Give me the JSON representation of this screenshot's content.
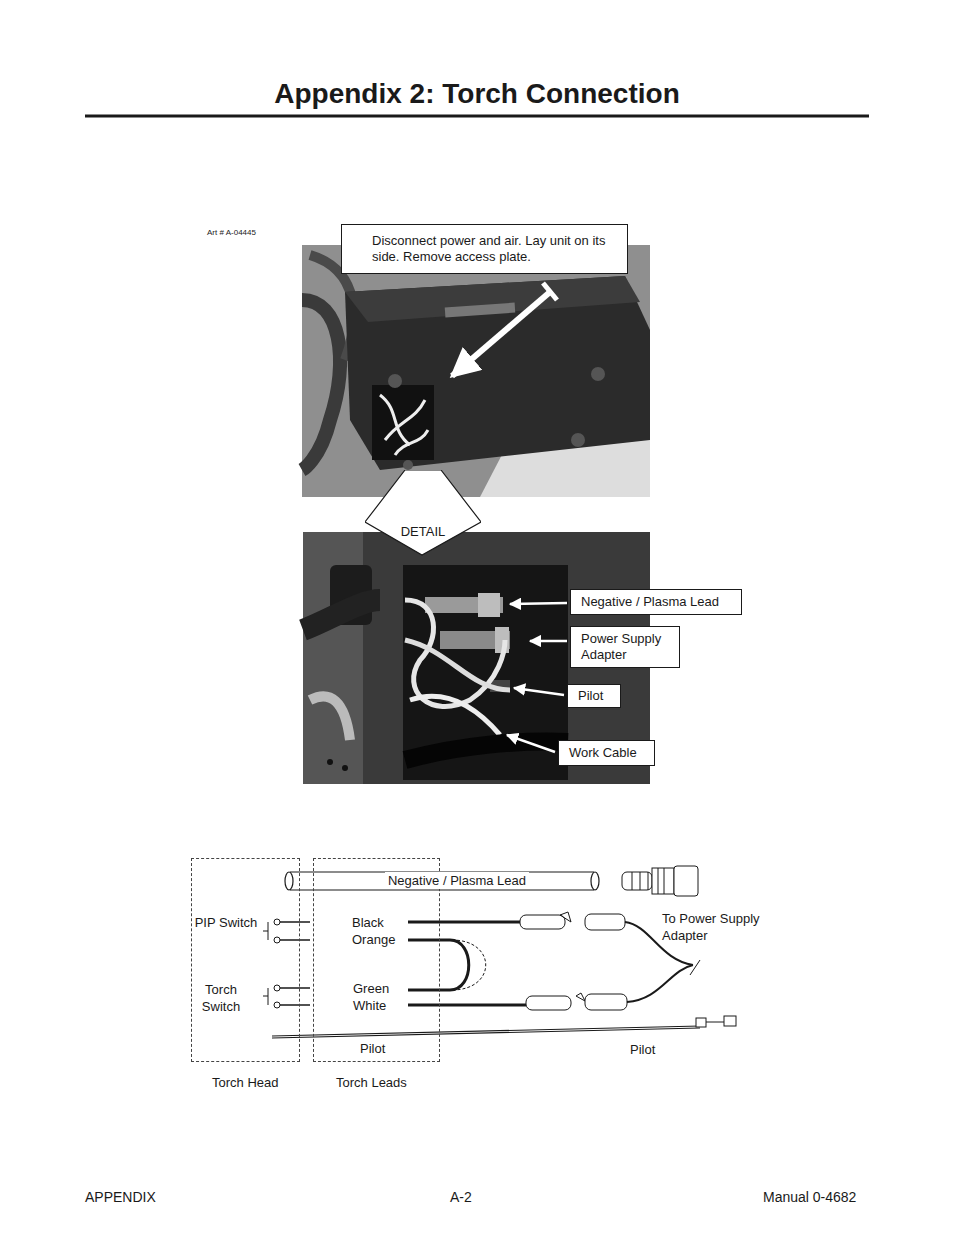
{
  "diagram": {
    "title": "Appendix 2:  Torch Connection",
    "nodes": [
      {
        "text": [
          "Disconnect power and air. Lay unit on its side. Remove access plate."
        ]
      },
      {
        "text": [
          "DETAIL"
        ]
      },
      {
        "text": [
          "Negative / Plasma Lead"
        ]
      },
      {
        "text": [
          "Power Supply Adapter"
        ]
      },
      {
        "text": [
          "Pilot"
        ]
      },
      {
        "text": [
          "Work Cable"
        ]
      },
      {
        "text": [
          "PIP Switch",
          "Torch Switch",
          "Torch Head"
        ]
      },
      {
        "text": [
          "Black",
          "Orange",
          "Green",
          "White",
          "Pilot",
          "Torch Leads"
        ]
      }
    ],
    "labels": [
      "Art # A-04445",
      "Negative / Plasma Lead",
      "To Power Supply Adapter",
      "Pilot",
      "APPENDIX",
      "A-2",
      "Manual 0-4682"
    ]
  }
}
